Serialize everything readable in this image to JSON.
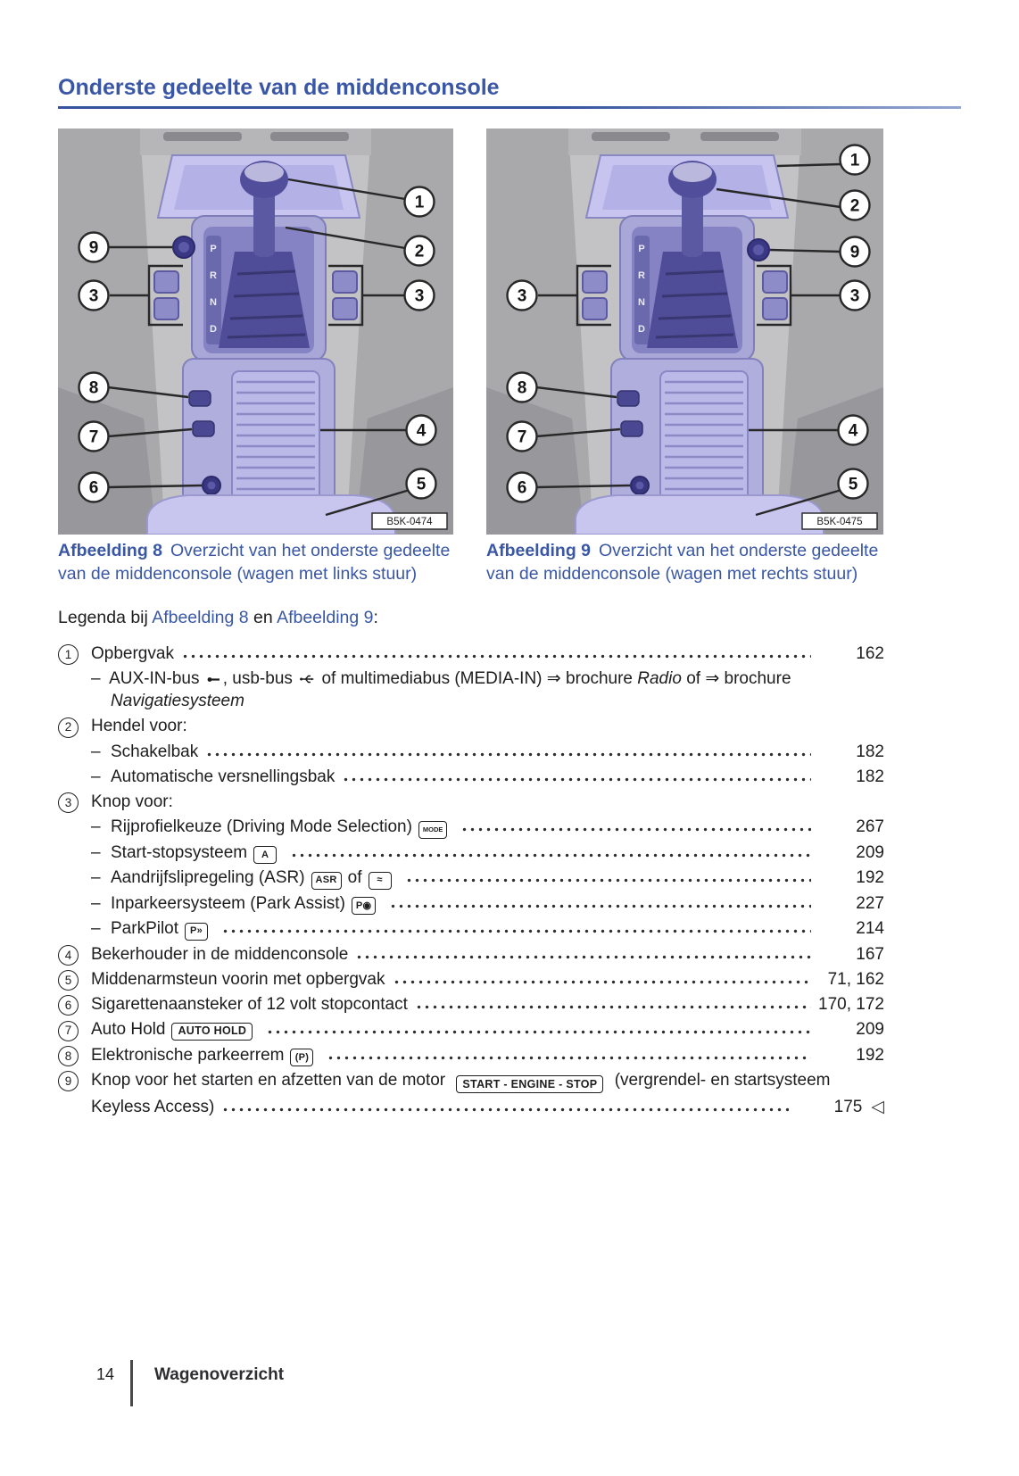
{
  "page": {
    "title": "Onderste gedeelte van de middenconsole",
    "footer": {
      "page_number": "14",
      "section": "Wagenoverzicht"
    }
  },
  "figures": [
    {
      "code": "B5K-0474",
      "caption_label": "Afbeelding 8",
      "caption_text": "Overzicht van het onderste gedeelte van de middenconsole (wagen met links stuur)",
      "gear": [
        "P",
        "R",
        "N",
        "D"
      ],
      "callouts": {
        "c1": "1",
        "c2": "2",
        "c3r": "3",
        "c9": "9",
        "c3l": "3",
        "c8": "8",
        "c7": "7",
        "c6": "6",
        "c4": "4",
        "c5": "5"
      }
    },
    {
      "code": "B5K-0475",
      "caption_label": "Afbeelding 9",
      "caption_text": "Overzicht van het onderste gedeelte van de middenconsole (wagen met rechts stuur)",
      "gear": [
        "P",
        "R",
        "N",
        "D"
      ],
      "callouts": {
        "c1": "1",
        "c2": "2",
        "c9": "9",
        "c3r": "3",
        "c3l": "3",
        "c8": "8",
        "c7": "7",
        "c6": "6",
        "c4": "4",
        "c5": "5"
      }
    }
  ],
  "legend": {
    "intro_pre": "Legenda bij ",
    "intro_link1": "Afbeelding 8",
    "intro_mid": " en ",
    "intro_link2": "Afbeelding 9",
    "intro_post": ":",
    "dash": "–",
    "icons": {
      "aux": "headphone-plug-icon",
      "usb": "usb-connector-icon"
    },
    "items": {
      "i1": {
        "num": "1",
        "text": "Opbergvak",
        "page": "162",
        "sub": {
          "t1": "AUX-IN-bus ",
          "t2": ", usb-bus ",
          "t3": " of multimediabus (MEDIA-IN) ",
          "arrow1": "⇒",
          "t4": " brochure ",
          "it1": "Radio",
          "t5": " of ",
          "arrow2": "⇒",
          "t6": " brochure ",
          "it2": "Navigatiesysteem"
        }
      },
      "i2": {
        "num": "2",
        "text": "Hendel voor:",
        "subs": [
          {
            "text": "Schakelbak",
            "page": "182"
          },
          {
            "text": "Automatische versnellingsbak",
            "page": "182"
          }
        ]
      },
      "i3": {
        "num": "3",
        "text": "Knop voor:",
        "subs": [
          {
            "text": "Rijprofielkeuze (Driving Mode Selection)",
            "badge": "MODE",
            "page": "267"
          },
          {
            "text": "Start-stopsysteem",
            "badge": "A",
            "page": "209"
          },
          {
            "text": "Aandrijfslipregeling (ASR)",
            "badge": "ASR",
            "mid": " of ",
            "badge2": "≈",
            "page": "192"
          },
          {
            "text": "Inparkeersysteem (Park Assist)",
            "badge": "P◉",
            "page": "227"
          },
          {
            "text": "ParkPilot",
            "badge": "P»",
            "page": "214"
          }
        ]
      },
      "i4": {
        "num": "4",
        "text": "Bekerhouder in de middenconsole",
        "page": "167"
      },
      "i5": {
        "num": "5",
        "text": "Middenarmsteun voorin met opbergvak",
        "page": "71, 162"
      },
      "i6": {
        "num": "6",
        "text": "Sigarettenaansteker of 12 volt stopcontact",
        "page": "170, 172"
      },
      "i7": {
        "num": "7",
        "text": "Auto Hold",
        "badge": "AUTO HOLD",
        "page": "209"
      },
      "i8": {
        "num": "8",
        "text": "Elektronische parkeerrem",
        "badge": "(P)",
        "page": "192"
      },
      "i9": {
        "num": "9",
        "text": "Knop voor het starten en afzetten van de motor",
        "badge": "START - ENGINE - STOP",
        "text_after": "(vergrendel- en startsysteem",
        "text_line2": "Keyless Access)",
        "page": "175",
        "endmark": "◁"
      }
    }
  }
}
